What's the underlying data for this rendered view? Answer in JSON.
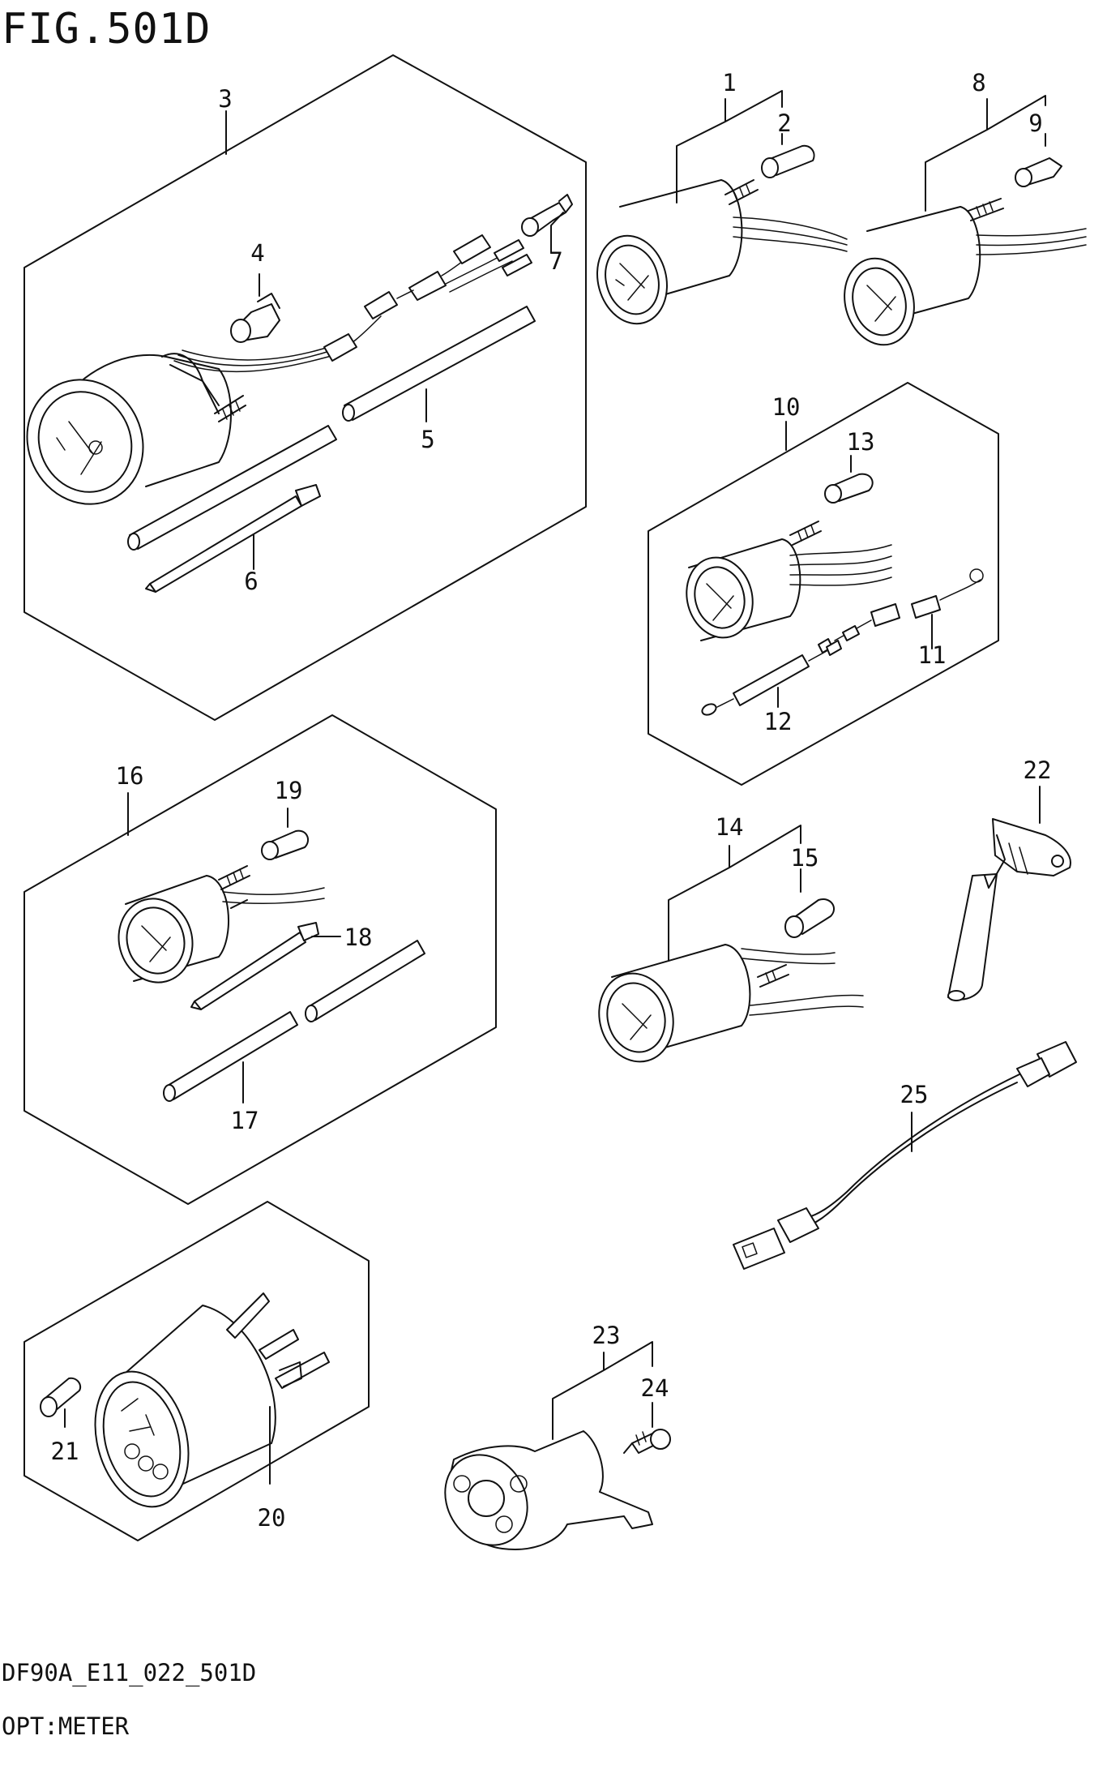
{
  "figure": {
    "title": "FIG.501D",
    "code": "DF90A_E11_022_501D",
    "name": "OPT:METER"
  },
  "callouts": {
    "c1": "1",
    "c2": "2",
    "c3": "3",
    "c4": "4",
    "c5": "5",
    "c6": "6",
    "c7": "7",
    "c8": "8",
    "c9": "9",
    "c10": "10",
    "c11": "11",
    "c12": "12",
    "c13": "13",
    "c14": "14",
    "c15": "15",
    "c16": "16",
    "c17": "17",
    "c18": "18",
    "c19": "19",
    "c20": "20",
    "c21": "21",
    "c22": "22",
    "c23": "23",
    "c24": "24",
    "c25": "25"
  }
}
